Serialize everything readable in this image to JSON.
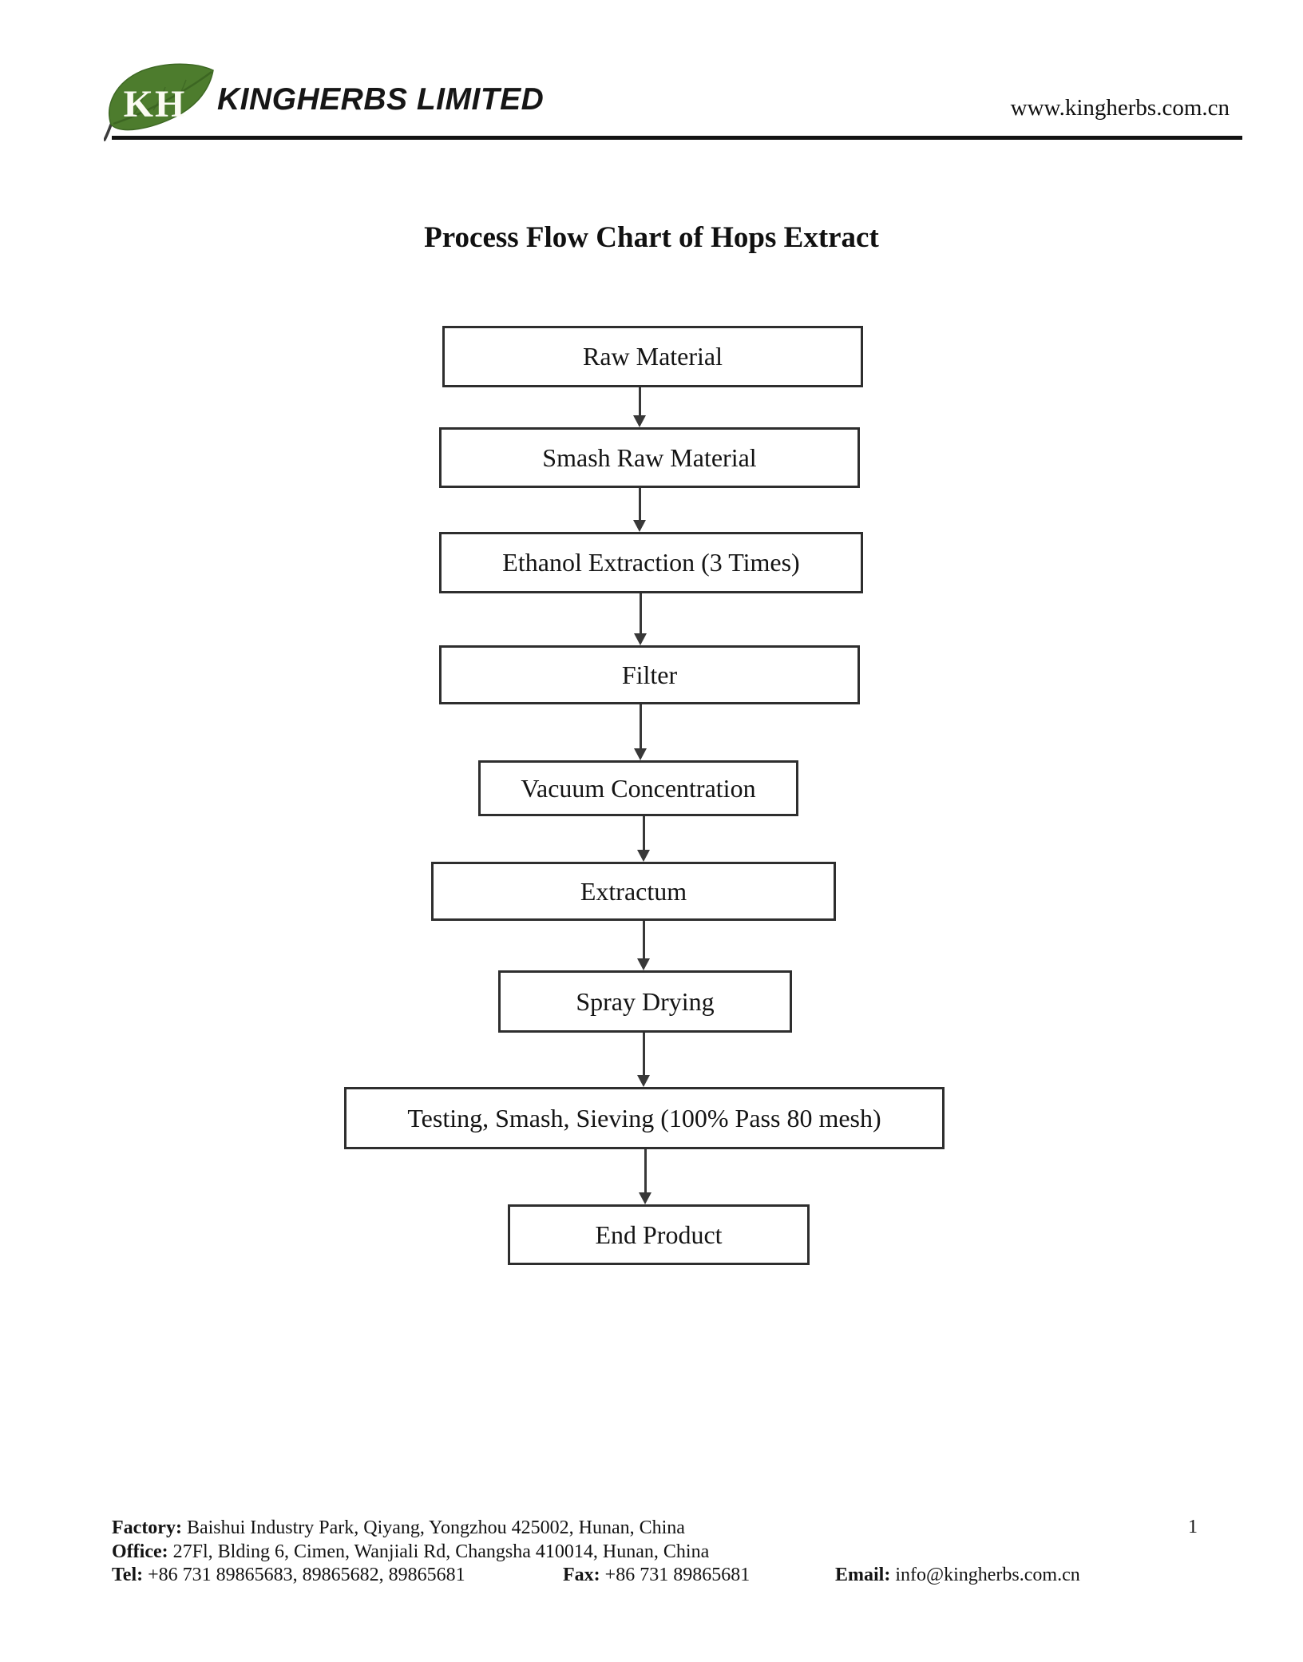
{
  "header": {
    "logo": {
      "monogram": "KH",
      "leaf_color": "#4d7c2d"
    },
    "company_name": "KINGHERBS LIMITED",
    "website": "www.kingherbs.com.cn"
  },
  "document": {
    "title": "Process Flow Chart of Hops Extract",
    "page_number": "1"
  },
  "flowchart": {
    "steps": [
      {
        "label": "Raw Material"
      },
      {
        "label": "Smash Raw Material"
      },
      {
        "label": "Ethanol Extraction (3 Times)"
      },
      {
        "label": "Filter"
      },
      {
        "label": "Vacuum Concentration"
      },
      {
        "label": "Extractum"
      },
      {
        "label": "Spray Drying"
      },
      {
        "label": "Testing, Smash, Sieving (100% Pass 80 mesh)"
      },
      {
        "label": "End Product"
      }
    ]
  },
  "footer": {
    "factory_label": "Factory:",
    "factory_value": "Baishui Industry Park, Qiyang, Yongzhou 425002, Hunan, China",
    "office_label": "Office:",
    "office_value": "27Fl, Blding 6, Cimen, Wanjiali Rd, Changsha 410014, Hunan, China",
    "tel_label": "Tel:",
    "tel_value": "+86 731 89865683, 89865682, 89865681",
    "fax_label": "Fax:",
    "fax_value": "+86 731 89865681",
    "email_label": "Email:",
    "email_value": "info@kingherbs.com.cn"
  }
}
